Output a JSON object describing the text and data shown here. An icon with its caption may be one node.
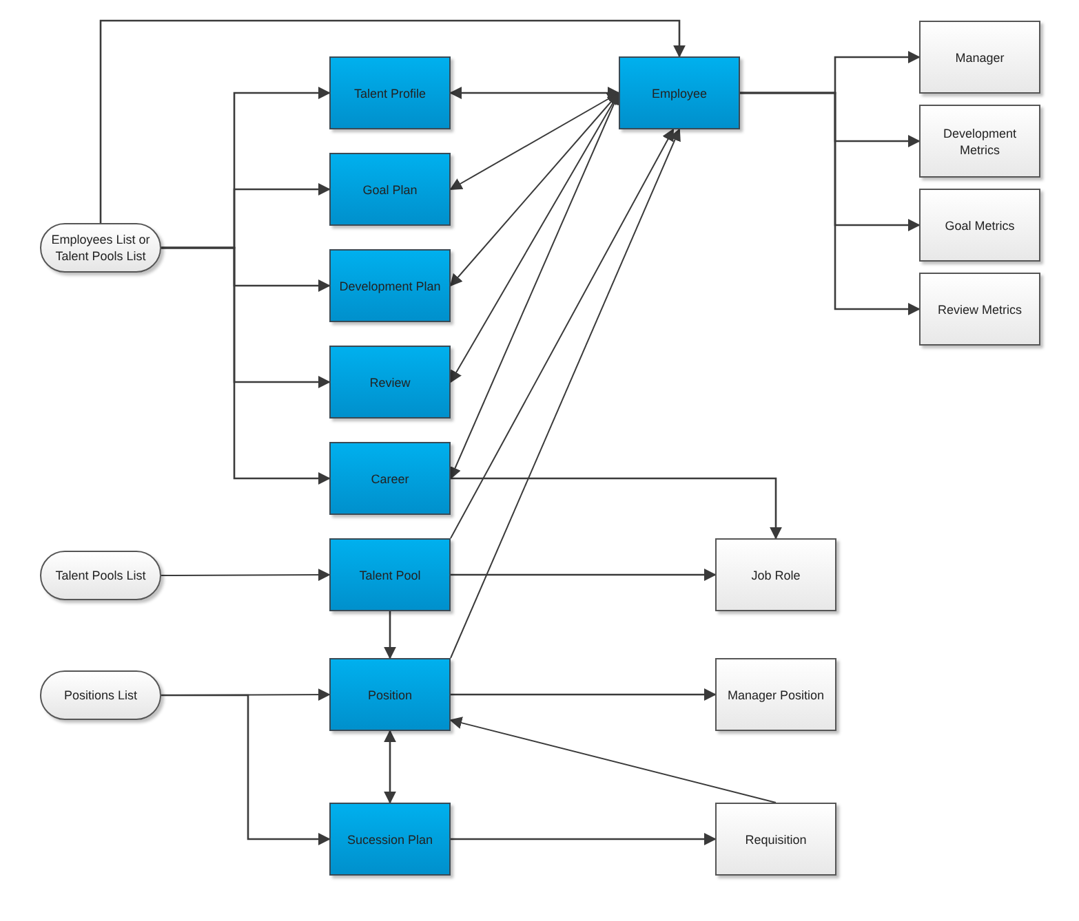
{
  "diagram": {
    "nodes": [
      {
        "text": [
          "Employees List or Talent Pools List"
        ]
      },
      {
        "text": [
          "Talent Profile"
        ]
      },
      {
        "text": [
          "Goal Plan"
        ]
      },
      {
        "text": [
          "Development Plan"
        ]
      },
      {
        "text": [
          "Review"
        ]
      },
      {
        "text": [
          "Career"
        ]
      },
      {
        "text": [
          "Employee"
        ]
      },
      {
        "text": [
          "Manager"
        ]
      },
      {
        "text": [
          "Development Metrics"
        ]
      },
      {
        "text": [
          "Goal Metrics"
        ]
      },
      {
        "text": [
          "Review Metrics"
        ]
      },
      {
        "text": [
          "Talent Pools List"
        ]
      },
      {
        "text": [
          "Talent Pool"
        ]
      },
      {
        "text": [
          "Job Role"
        ]
      },
      {
        "text": [
          "Positions List"
        ]
      },
      {
        "text": [
          "Position"
        ]
      },
      {
        "text": [
          "Manager Position"
        ]
      },
      {
        "text": [
          "Sucession Plan"
        ]
      },
      {
        "text": [
          "Requisition"
        ]
      }
    ],
    "edges": [
      {
        "from": 0,
        "to": 6,
        "arrow": "to"
      },
      {
        "from": 0,
        "to": 1,
        "arrow": "to"
      },
      {
        "from": 0,
        "to": 2,
        "arrow": "to"
      },
      {
        "from": 0,
        "to": 3,
        "arrow": "to"
      },
      {
        "from": 0,
        "to": 4,
        "arrow": "to"
      },
      {
        "from": 0,
        "to": 5,
        "arrow": "to"
      },
      {
        "from": 6,
        "to": 1,
        "arrow": "both"
      },
      {
        "from": 6,
        "to": 2,
        "arrow": "both"
      },
      {
        "from": 6,
        "to": 3,
        "arrow": "both"
      },
      {
        "from": 6,
        "to": 4,
        "arrow": "both"
      },
      {
        "from": 6,
        "to": 5,
        "arrow": "both"
      },
      {
        "from": 12,
        "to": 6,
        "arrow": "to"
      },
      {
        "from": 15,
        "to": 6,
        "arrow": "to"
      },
      {
        "from": 6,
        "to": 7,
        "arrow": "to"
      },
      {
        "from": 6,
        "to": 8,
        "arrow": "to"
      },
      {
        "from": 6,
        "to": 9,
        "arrow": "to"
      },
      {
        "from": 6,
        "to": 10,
        "arrow": "to"
      },
      {
        "from": 5,
        "to": 13,
        "arrow": "to"
      },
      {
        "from": 11,
        "to": 12,
        "arrow": "to"
      },
      {
        "from": 12,
        "to": 13,
        "arrow": "to"
      },
      {
        "from": 12,
        "to": 15,
        "arrow": "to"
      },
      {
        "from": 14,
        "to": 15,
        "arrow": "to"
      },
      {
        "from": 14,
        "to": 17,
        "arrow": "to"
      },
      {
        "from": 15,
        "to": 16,
        "arrow": "to"
      },
      {
        "from": 15,
        "to": 17,
        "arrow": "both"
      },
      {
        "from": 17,
        "to": 18,
        "arrow": "to"
      },
      {
        "from": 18,
        "to": 15,
        "arrow": "to"
      }
    ]
  }
}
